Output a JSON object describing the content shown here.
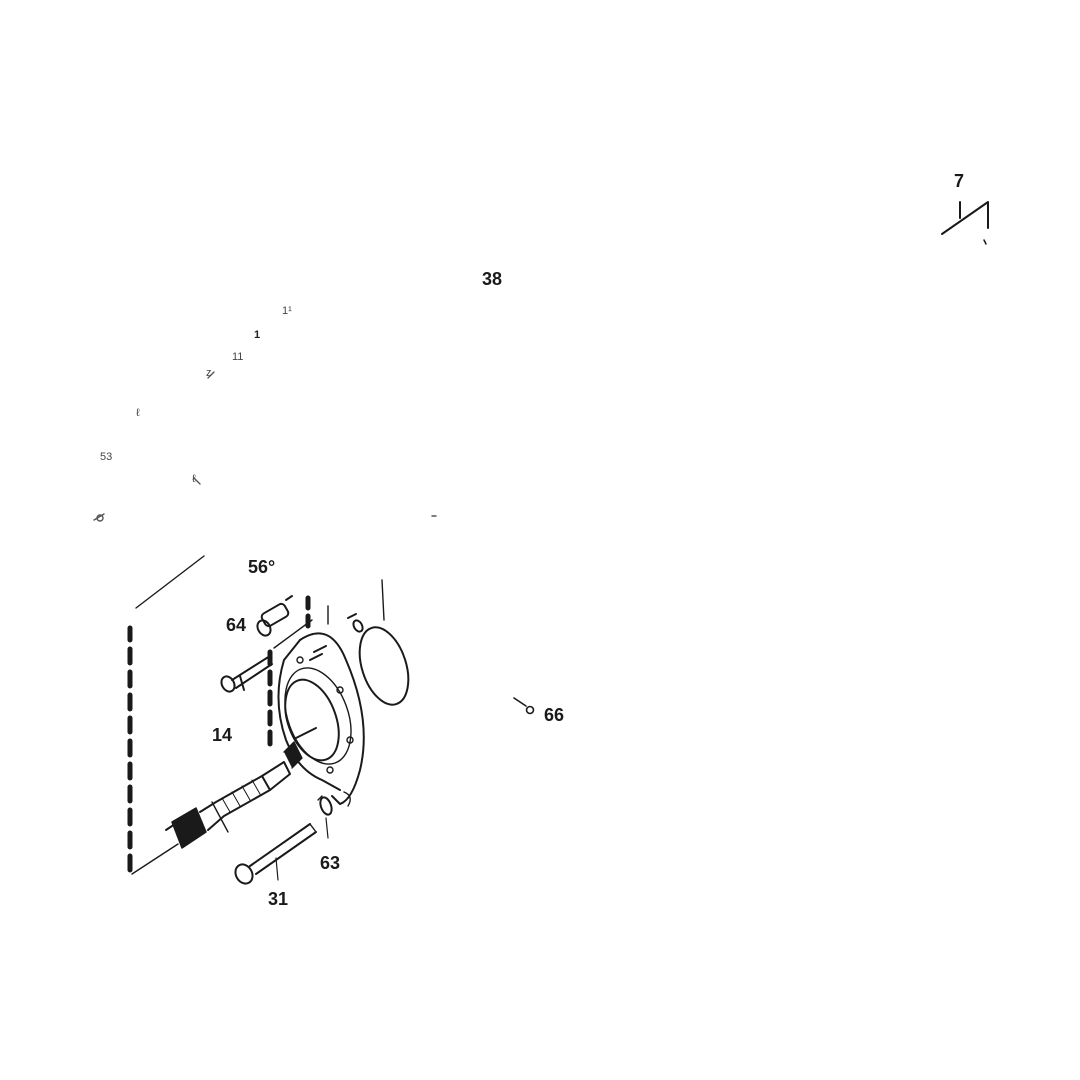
{
  "diagram": {
    "callouts": {
      "c7": "7",
      "c38": "38",
      "c56": "56°",
      "c64": "64",
      "c14": "14",
      "c66": "66",
      "c63": "63",
      "c31": "31"
    },
    "faint_callouts": {
      "f1": "1¹",
      "f2": "1",
      "f3": "11",
      "f4": "z",
      "f5": "ℓ",
      "f6": "53",
      "f7": "ℓ"
    }
  },
  "colors": {
    "line": "#1a1a1a",
    "background": "#ffffff"
  }
}
